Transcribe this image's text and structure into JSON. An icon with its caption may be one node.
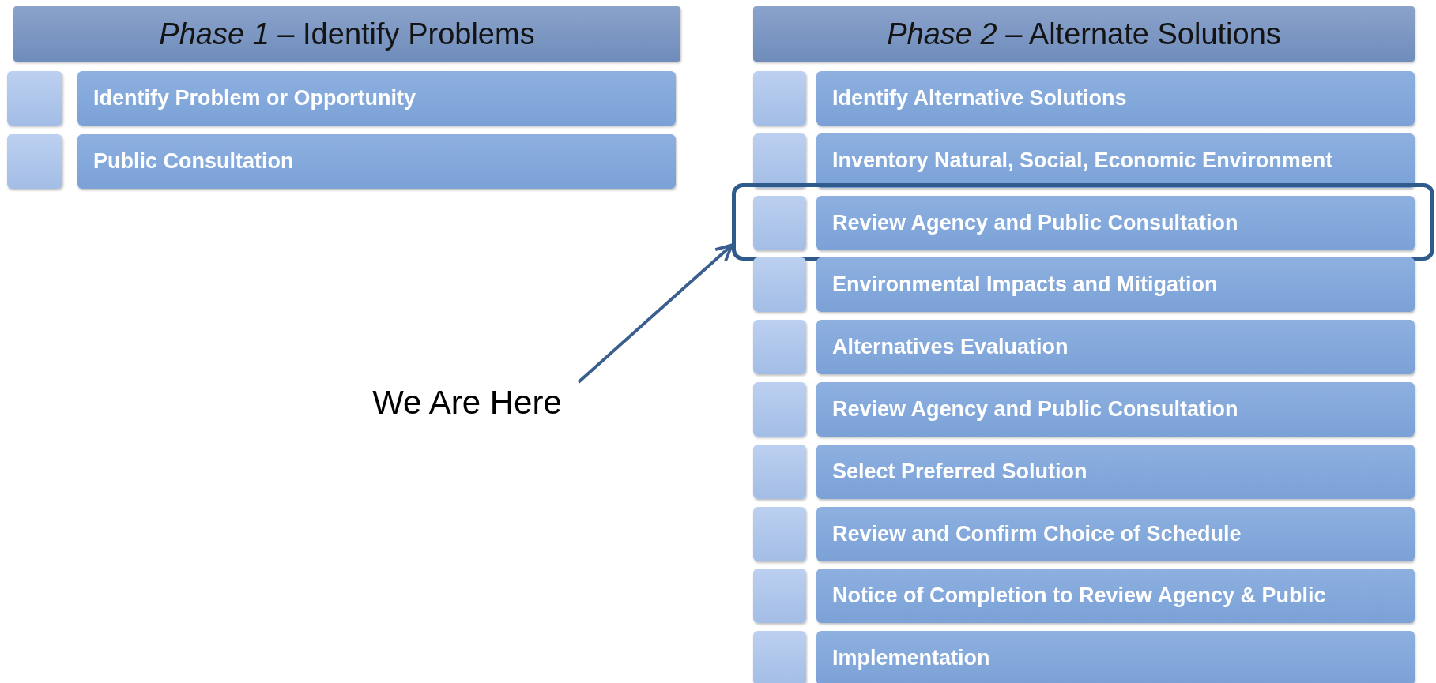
{
  "diagram": {
    "nodes": [
      {
        "text": [
          "*Phase 1* – Identify Problems"
        ]
      },
      {
        "text": [],
        "shape": "box"
      },
      {
        "text": [
          "Identify Problem or Opportunity"
        ]
      },
      {
        "text": [],
        "shape": "box"
      },
      {
        "text": [
          "Public Consultation"
        ]
      },
      {
        "text": [
          "*Phase 2* – Alternate Solutions"
        ]
      },
      {
        "text": [],
        "shape": "box"
      },
      {
        "text": [
          "Identify Alternative Solutions"
        ]
      },
      {
        "text": [],
        "shape": "box"
      },
      {
        "text": [
          "Inventory Natural, Social, Economic Environment"
        ]
      },
      {
        "text": [],
        "shape": "box"
      },
      {
        "text": [],
        "shape": "box",
        "in": 10
      },
      {
        "text": [
          "Review Agency and Public Consultation"
        ],
        "in": 10
      },
      {
        "text": [],
        "shape": "box"
      },
      {
        "text": [
          "Environmental Impacts and Mitigation"
        ]
      },
      {
        "text": [],
        "shape": "box"
      },
      {
        "text": [
          "Alternatives Evaluation"
        ]
      },
      {
        "text": [],
        "shape": "box"
      },
      {
        "text": [
          "Review Agency and Public Consultation"
        ]
      },
      {
        "text": [],
        "shape": "box"
      },
      {
        "text": [
          "Select Preferred Solution"
        ]
      },
      {
        "text": [],
        "shape": "box"
      },
      {
        "text": [
          "Review and Confirm Choice of Schedule"
        ]
      },
      {
        "text": [],
        "shape": "box"
      },
      {
        "text": [
          "Notice of Completion to Review Agency & Public"
        ]
      },
      {
        "text": [],
        "shape": "box"
      },
      {
        "text": [
          "Implementation"
        ]
      },
      {
        "text": [
          "We Are Here"
        ]
      }
    ],
    "edges": [
      {
        "from": 27,
        "to": 10,
        "arrow": "to"
      }
    ]
  }
}
